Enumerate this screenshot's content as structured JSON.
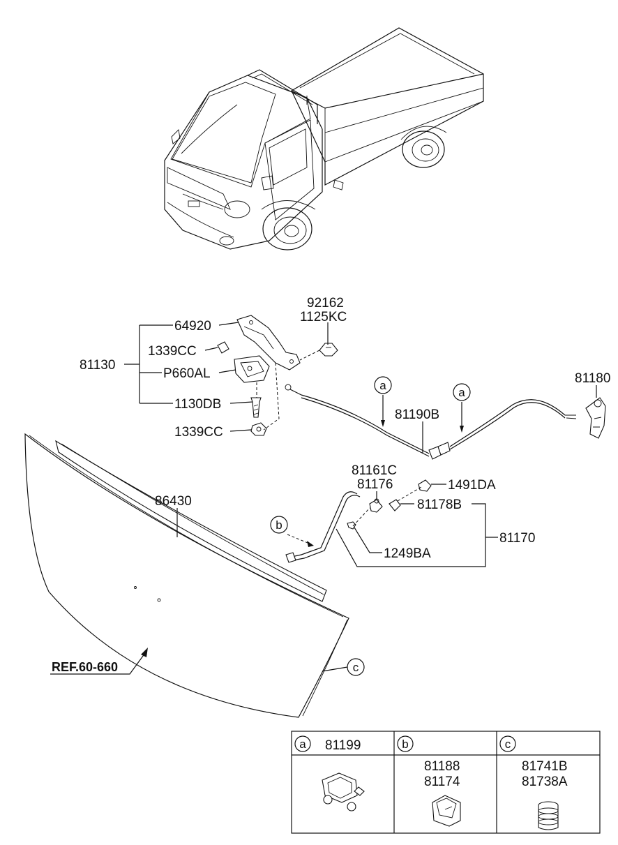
{
  "callouts": {
    "p92162": "92162",
    "p1125KC": "1125KC",
    "p64920": "64920",
    "p1339CC_a": "1339CC",
    "p81130": "81130",
    "pP660AL": "P660AL",
    "p1130DB": "1130DB",
    "p1339CC_b": "1339CC",
    "p81180": "81180",
    "p81190B": "81190B",
    "p81161C": "81161C",
    "p81176": "81176",
    "p1491DA": "1491DA",
    "p81178B": "81178B",
    "p81170": "81170",
    "p1249BA": "1249BA",
    "p86430": "86430",
    "ref": "REF.60-660"
  },
  "markers": {
    "a1": "a",
    "a2": "a",
    "b": "b",
    "c": "c"
  },
  "legend": {
    "cols": [
      {
        "marker": "a",
        "parts": [
          "81199"
        ]
      },
      {
        "marker": "b",
        "parts": [
          "81188",
          "81174"
        ]
      },
      {
        "marker": "c",
        "parts": [
          "81741B",
          "81738A"
        ]
      }
    ]
  }
}
